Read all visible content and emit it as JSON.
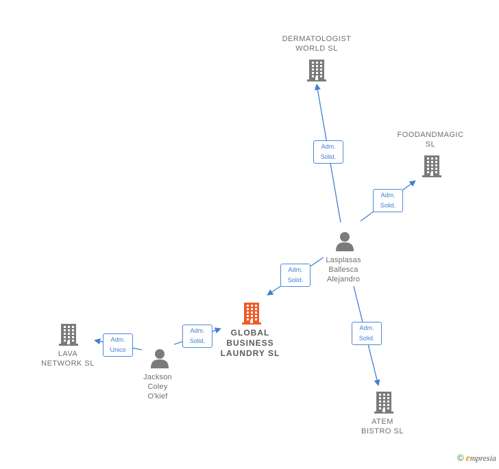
{
  "colors": {
    "edge": "#3f7fcf",
    "company": "#7b7b7b",
    "main_company": "#f05a28",
    "person": "#7b7b7b"
  },
  "nodes": [
    {
      "id": "dermatologist",
      "type": "company",
      "label": "DERMATOLOGIST\nWORLD  SL"
    },
    {
      "id": "foodandmagic",
      "type": "company",
      "label": "FOODANDMAGIC\nSL"
    },
    {
      "id": "lasplasas",
      "type": "person",
      "label": "Lasplasas\nBallesca\nAlejandro"
    },
    {
      "id": "global",
      "type": "main",
      "label": "GLOBAL\nBUSINESS\nLAUNDRY  SL"
    },
    {
      "id": "lava",
      "type": "company",
      "label": "LAVA\nNETWORK  SL"
    },
    {
      "id": "jackson",
      "type": "person",
      "label": "Jackson\nColey\nO'kief"
    },
    {
      "id": "atem",
      "type": "company",
      "label": "ATEM\nBISTRO  SL"
    }
  ],
  "edges": [
    {
      "from": "lasplasas",
      "to": "dermatologist",
      "label": "Adm.\nSolid."
    },
    {
      "from": "lasplasas",
      "to": "foodandmagic",
      "label": "Adm.\nSolid."
    },
    {
      "from": "lasplasas",
      "to": "global",
      "label": "Adm.\nSolid."
    },
    {
      "from": "lasplasas",
      "to": "atem",
      "label": "Adm.\nSolid."
    },
    {
      "from": "jackson",
      "to": "global",
      "label": "Adm.\nSolid."
    },
    {
      "from": "jackson",
      "to": "lava",
      "label": "Adm.\nUnico"
    }
  ],
  "footer": {
    "copyright": "©",
    "brand_initial": "e",
    "brand_rest": "mpresia"
  }
}
